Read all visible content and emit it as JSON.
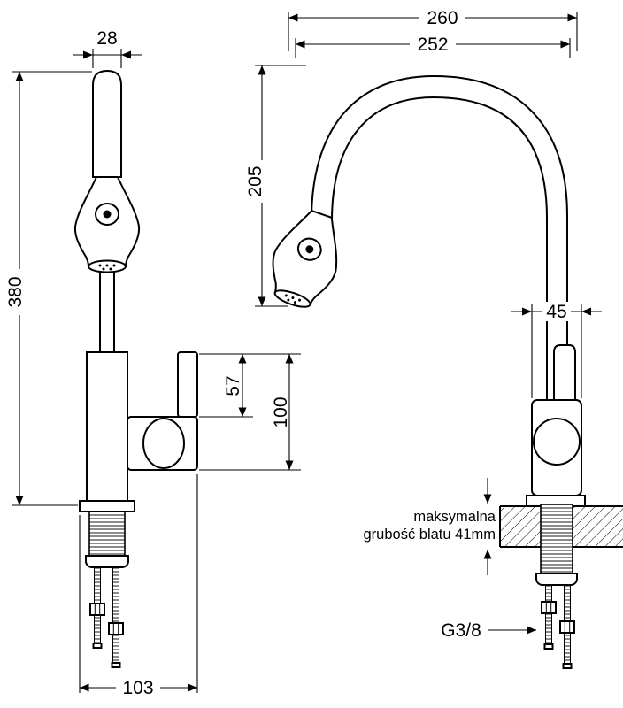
{
  "colors": {
    "line": "#000000",
    "background": "#ffffff"
  },
  "side_view": {
    "top_width": "28",
    "total_height": "380",
    "lever_height": "57",
    "body_height": "100",
    "base_depth": "103"
  },
  "front_view": {
    "overall_width": "260",
    "spout_reach": "252",
    "spout_height": "205",
    "body_width": "45",
    "counter_note_line1": "maksymalna",
    "counter_note_line2": "grubość blatu 41mm",
    "thread_size": "G3/8"
  }
}
